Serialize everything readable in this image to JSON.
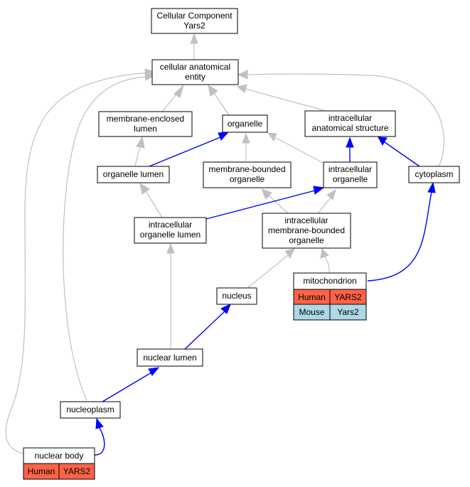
{
  "nodes": {
    "cc_root": [
      "Cellular Component",
      "Yars2"
    ],
    "anatomical_entity": [
      "cellular anatomical",
      "entity"
    ],
    "membrane_enclosed_lumen": [
      "membrane-enclosed",
      "lumen"
    ],
    "organelle": [
      "organelle"
    ],
    "intracellular_anatomical_structure": [
      "intracellular",
      "anatomical structure"
    ],
    "organelle_lumen": [
      "organelle lumen"
    ],
    "membrane_bounded_organelle": [
      "membrane-bounded",
      "organelle"
    ],
    "intracellular_organelle": [
      "intracellular",
      "organelle"
    ],
    "cytoplasm": [
      "cytoplasm"
    ],
    "intracellular_organelle_lumen": [
      "intracellular",
      "organelle lumen"
    ],
    "intracellular_membrane_bounded_organelle": [
      "intracellular",
      "membrane-bounded",
      "organelle"
    ],
    "mitochondrion": [
      "mitochondrion"
    ],
    "nucleus": [
      "nucleus"
    ],
    "nuclear_lumen": [
      "nuclear lumen"
    ],
    "nucleoplasm": [
      "nucleoplasm"
    ],
    "nuclear_body": [
      "nuclear body"
    ]
  },
  "annotations": {
    "mitochondrion": [
      {
        "species": "Human",
        "gene": "YARS2"
      },
      {
        "species": "Mouse",
        "gene": "Yars2"
      }
    ],
    "nuclear_body": [
      {
        "species": "Human",
        "gene": "YARS2"
      }
    ]
  },
  "colors": {
    "is_a_edge": "#c0c0c0",
    "part_of_edge": "#0000ff",
    "human": "#ff6347",
    "mouse": "#add8e6"
  }
}
